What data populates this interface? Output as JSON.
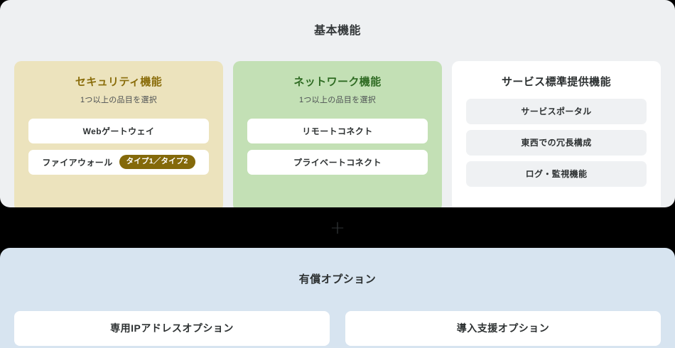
{
  "basic": {
    "title": "基本機能",
    "columns": [
      {
        "key": "security",
        "title": "セキュリティ機能",
        "subtitle": "1つ以上の品目を選択",
        "title_color": "#8a6d0b",
        "bg_color": "#ece3bd",
        "items": [
          {
            "label": "Webゲートウェイ",
            "badge": null
          },
          {
            "label": "ファイアウォール",
            "badge": "タイプ1／タイプ2"
          }
        ]
      },
      {
        "key": "network",
        "title": "ネットワーク機能",
        "subtitle": "1つ以上の品目を選択",
        "title_color": "#2f6b23",
        "bg_color": "#c3e0b5",
        "items": [
          {
            "label": "リモートコネクト",
            "badge": null
          },
          {
            "label": "プライベートコネクト",
            "badge": null
          }
        ]
      },
      {
        "key": "standard",
        "title": "サービス標準提供機能",
        "subtitle": null,
        "title_color": "#2d3132",
        "bg_color": "#ffffff",
        "items": [
          {
            "label": "サービスポータル",
            "badge": null
          },
          {
            "label": "東西での冗長構成",
            "badge": null
          },
          {
            "label": "ログ・監視機能",
            "badge": null
          }
        ]
      }
    ]
  },
  "connector": {
    "symbol": "+",
    "icon_name": "plus-icon"
  },
  "options": {
    "title": "有償オプション",
    "bg_color": "#d7e4f0",
    "items": [
      {
        "label": "専用IPアドレスオプション"
      },
      {
        "label": "導入支援オプション"
      }
    ]
  },
  "colors": {
    "page_background": "#000000",
    "basic_panel": "#eef0f2",
    "badge": "#84690a",
    "chip_gray": "#eff1f3"
  }
}
